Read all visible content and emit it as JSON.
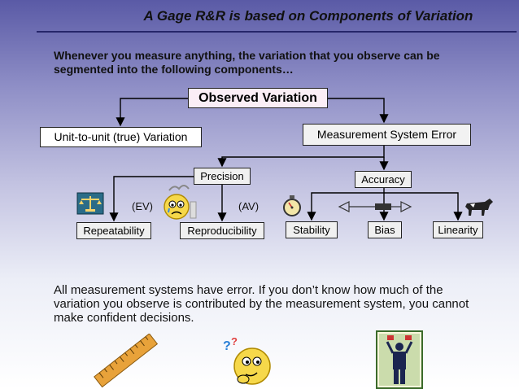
{
  "slide": {
    "title": "A Gage R&R is based on Components of Variation",
    "intro": "Whenever you measure anything, the variation that you observe can be segmented into the following components…",
    "bottom_text": "All measurement systems have error.  If you don’t know how much of the variation you observe is contributed by the measurement system, you cannot make confident decisions."
  },
  "diagram": {
    "observed": "Observed Variation",
    "unit_to_unit": "Unit-to-unit (true) Variation",
    "mse": "Measurement System Error",
    "precision": "Precision",
    "accuracy": "Accuracy",
    "repeatability": "Repeatability",
    "reproducibility": "Reproducibility",
    "stability": "Stability",
    "bias": "Bias",
    "linearity": "Linearity",
    "ev_label": "(EV)",
    "av_label": "(AV)"
  },
  "icons": [
    "balance-scale-icon",
    "crying-face-icon",
    "stopwatch-icon",
    "dial-indicator-icon",
    "cow-icon",
    "ruler-icon",
    "thinking-face-icon",
    "person-cartoon-icon"
  ],
  "colors": {
    "title_rule": "#26266a",
    "background_top": "#5a5aa6",
    "background_bottom": "#ffffff"
  }
}
